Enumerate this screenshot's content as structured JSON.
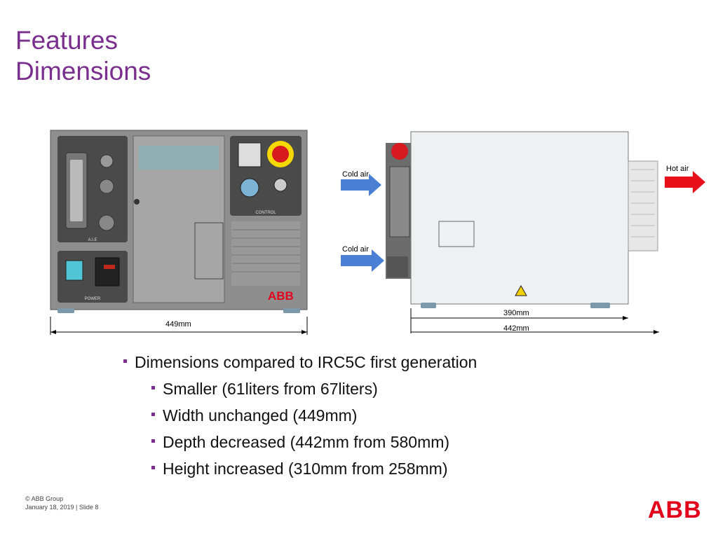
{
  "slide": {
    "title_line1": "Features",
    "title_line2": "Dimensions"
  },
  "front_view": {
    "width_label": "449mm",
    "panel_labels": [
      "A.I.E",
      "POWER",
      "CONTROL"
    ],
    "logo": "ABB"
  },
  "side_view": {
    "cold_air_top": "Cold air",
    "cold_air_bottom": "Cold air",
    "hot_air": "Hot air",
    "depth_inner": "390mm",
    "depth_total": "442mm"
  },
  "bullets": {
    "main": "Dimensions compared to IRC5C first generation",
    "items": [
      "Smaller (61liters from 67liters)",
      "Width unchanged (449mm)",
      "Depth decreased (442mm from 580mm)",
      "Height increased (310mm from 258mm)"
    ]
  },
  "footer": {
    "copyright": "© ABB Group",
    "date_slide": "January 18, 2019 | Slide 8"
  },
  "brand": {
    "logo": "ABB",
    "accent": "#7a2e8e",
    "logo_red": "#e2001a",
    "cold_arrow": "#4a7fd4",
    "hot_arrow": "#e8101a"
  }
}
